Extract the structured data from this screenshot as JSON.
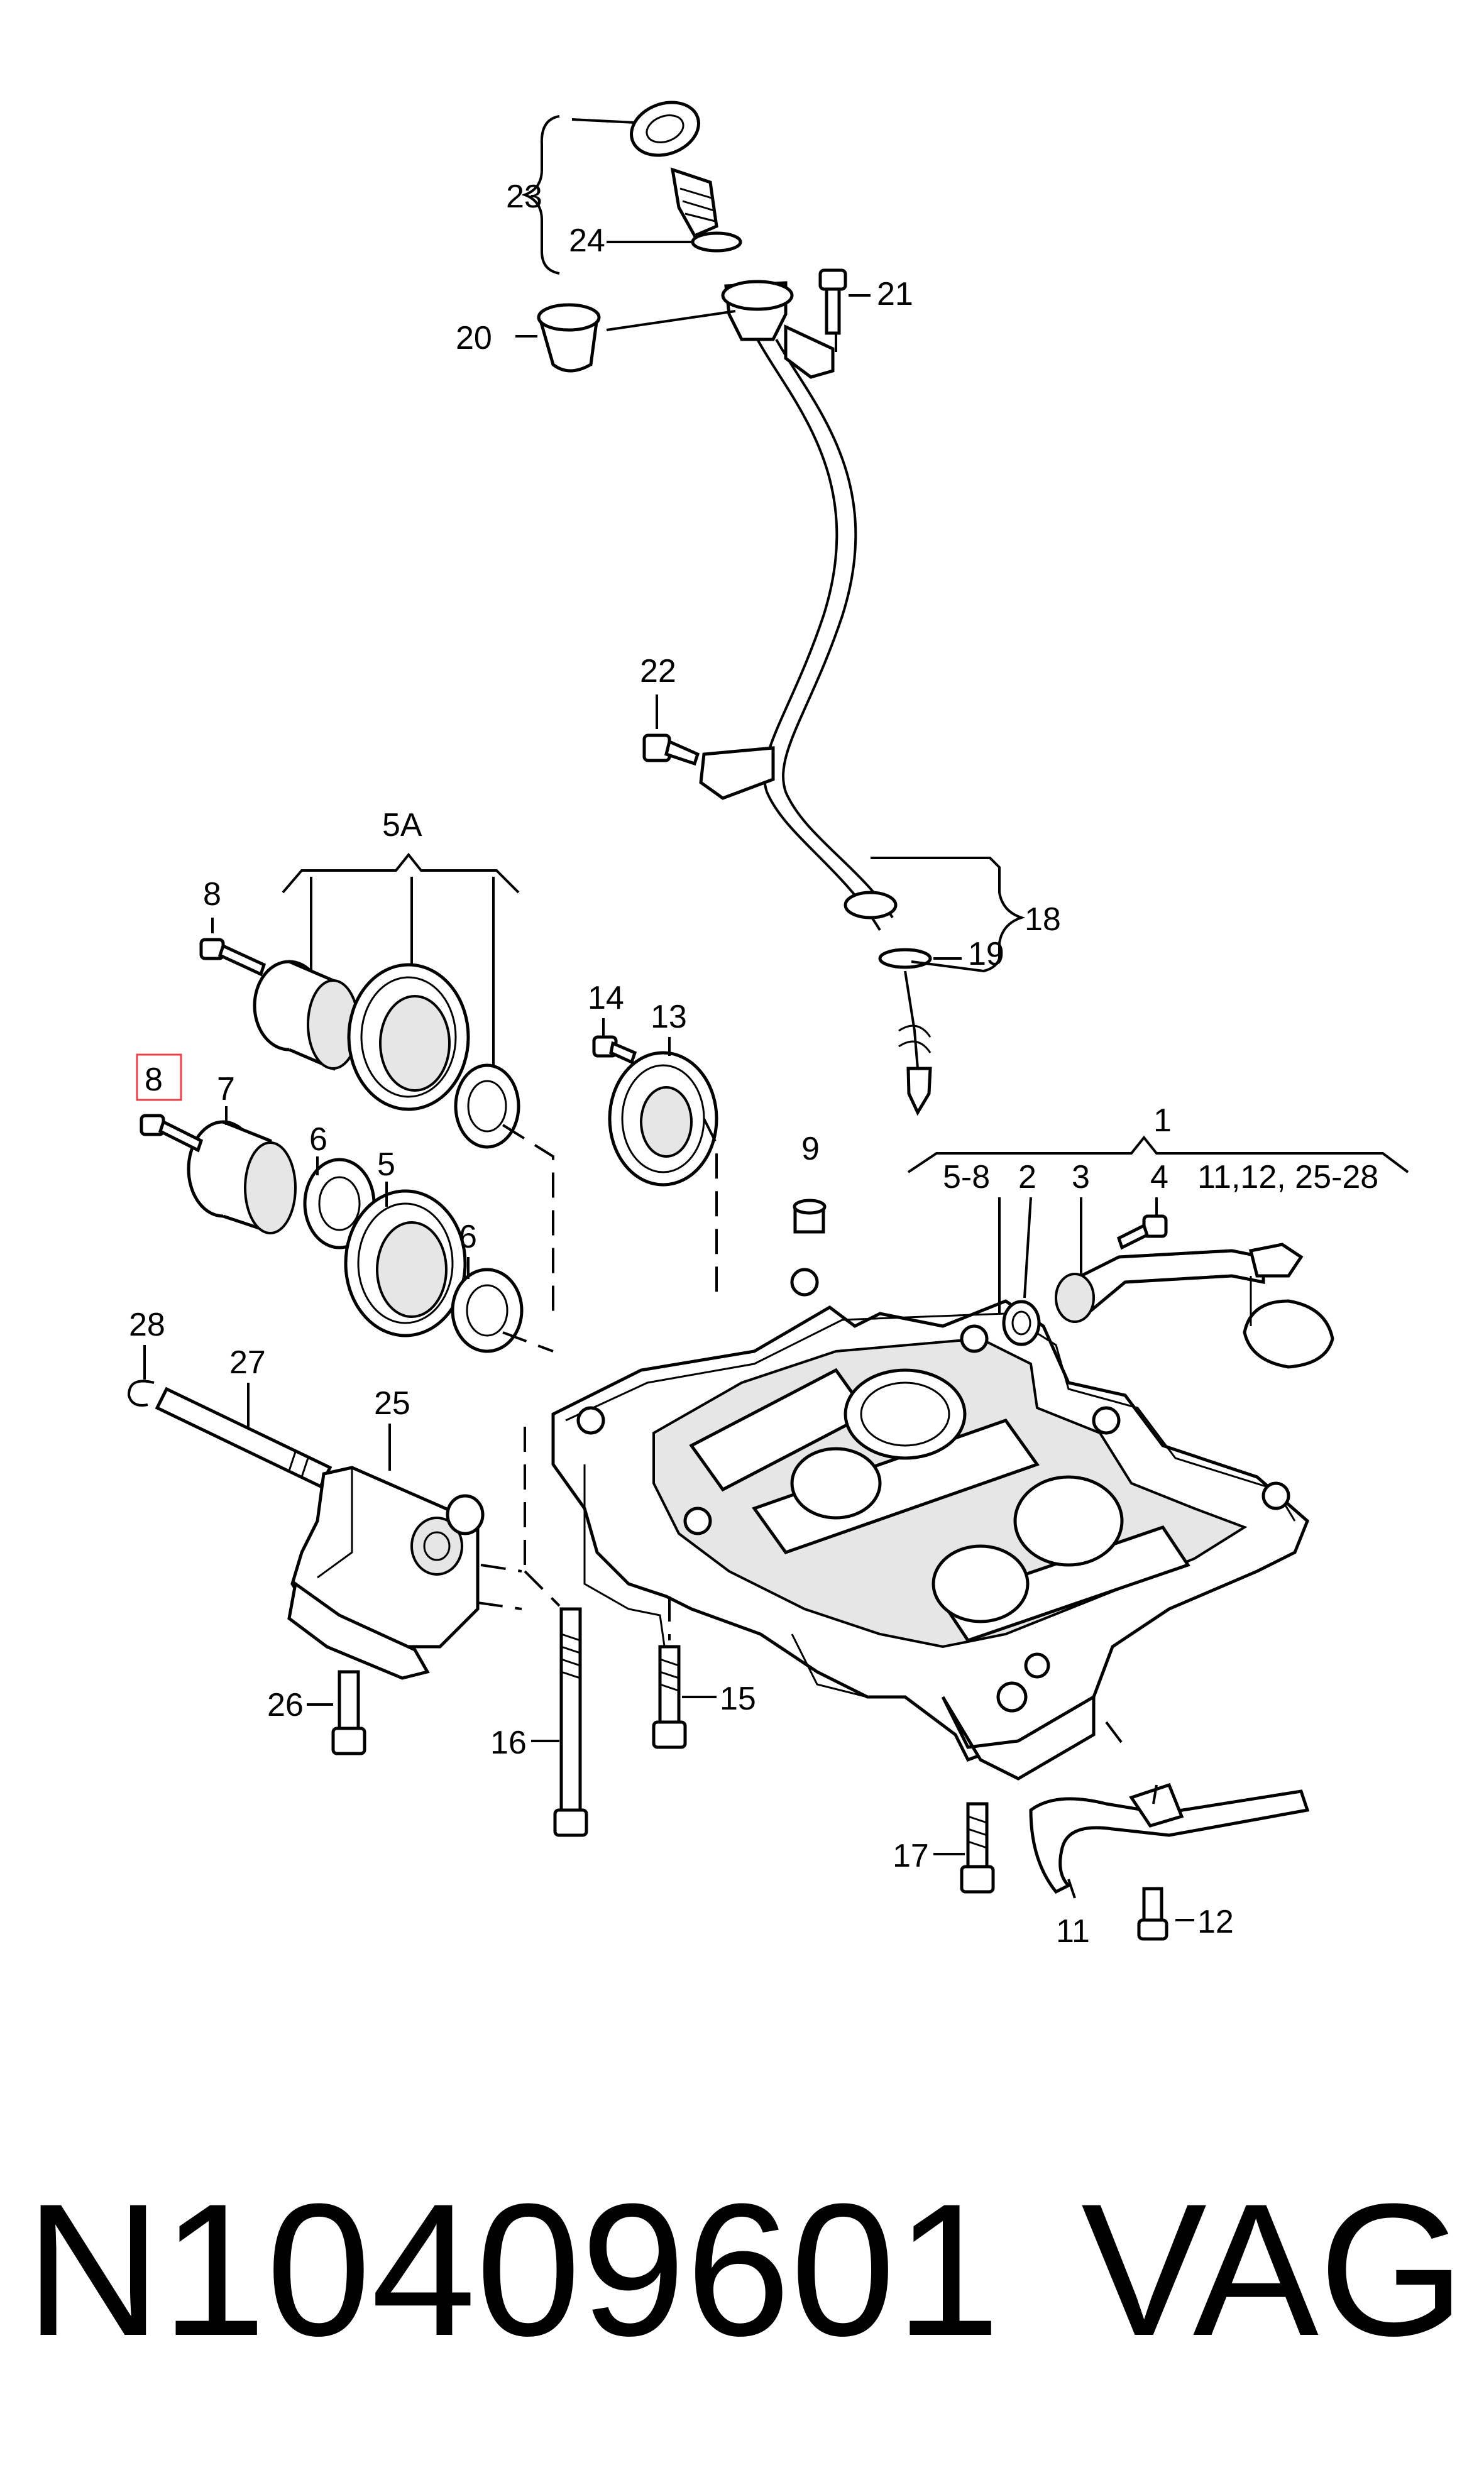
{
  "callouts": {
    "c1": "1",
    "c2": "2",
    "c3": "3",
    "c4": "4",
    "c5": "5",
    "c5a": "5A",
    "c58": "5-8",
    "c6a": "6",
    "c6b": "6",
    "c7": "7",
    "c8a": "8",
    "c8b": "8",
    "c9": "9",
    "c11": "11",
    "c1112": "11,12, 25-28",
    "c12": "12",
    "c13": "13",
    "c14": "14",
    "c15": "15",
    "c16": "16",
    "c17": "17",
    "c18": "18",
    "c19": "19",
    "c20": "20",
    "c21": "21",
    "c22": "22",
    "c23": "23",
    "c24": "24",
    "c25": "25",
    "c26": "26",
    "c27": "27",
    "c28": "28"
  },
  "highlight": {
    "color": "#e8424b"
  },
  "footer": {
    "part_number": "N10409601",
    "brand": "VAG"
  }
}
